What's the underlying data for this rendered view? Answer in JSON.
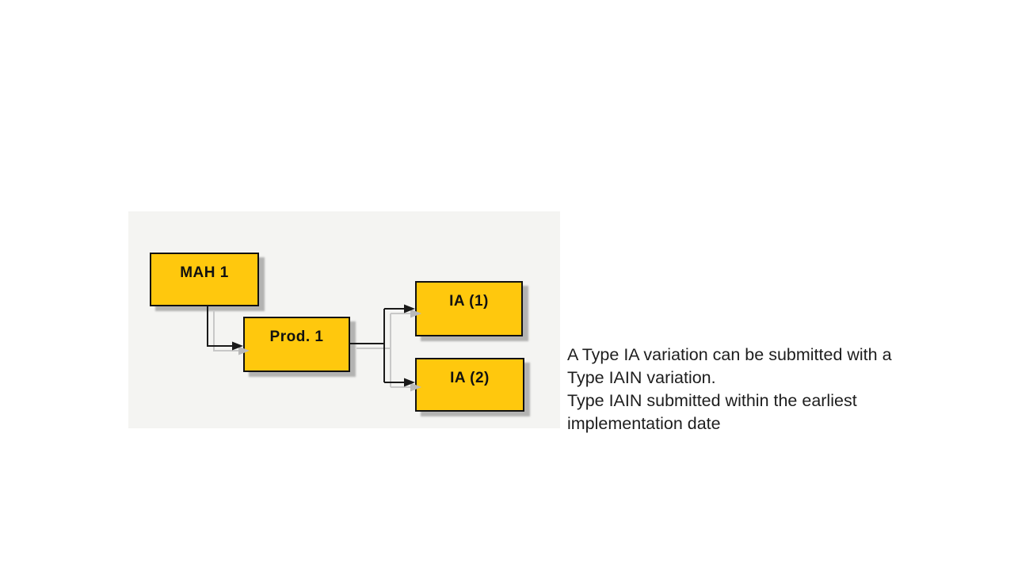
{
  "slide": {
    "background": "#ffffff"
  },
  "diagram_panel": {
    "background": "#f4f4f2",
    "colors": {
      "node_fill": "#ffc80d",
      "node_border": "#111111",
      "node_shadow": "#7d7d7d",
      "connector": "#1a1a1a",
      "connector_shadow": "#c8c8c8"
    },
    "nodes": [
      {
        "id": "mah-1",
        "label": "MAH 1"
      },
      {
        "id": "prod-1",
        "label": "Prod. 1"
      },
      {
        "id": "ia-1",
        "label": "IA (1)"
      },
      {
        "id": "ia-2",
        "label": "IA (2)"
      }
    ],
    "connections": [
      {
        "from": "mah-1",
        "to": "prod-1"
      },
      {
        "from": "prod-1",
        "to": "ia-1"
      },
      {
        "from": "prod-1",
        "to": "ia-2"
      }
    ]
  },
  "annotation": {
    "color": "#1d1d1d",
    "lines": [
      "A Type IA variation can be submitted with a",
      "Type IAIN variation.",
      "Type IAIN submitted within the earliest",
      "implementation date"
    ]
  }
}
